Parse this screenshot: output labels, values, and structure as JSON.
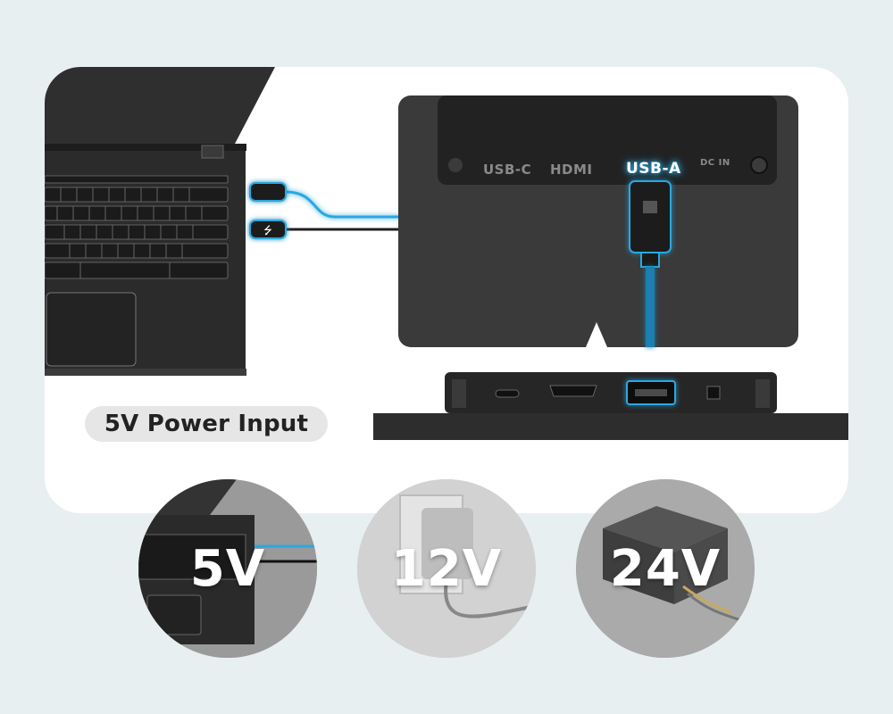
{
  "power_label": "5V Power Input",
  "ports": {
    "usb_c": "USB-C",
    "hdmi": "HDMI",
    "usb_a": "USB-A",
    "dc_in_top": "DC IN"
  },
  "voltages": [
    "5V",
    "12V",
    "24V"
  ],
  "colors": {
    "background": "#e7eff1",
    "card": "#ffffff",
    "accent": "#29a8e0",
    "dark": "#2a2a2a"
  }
}
